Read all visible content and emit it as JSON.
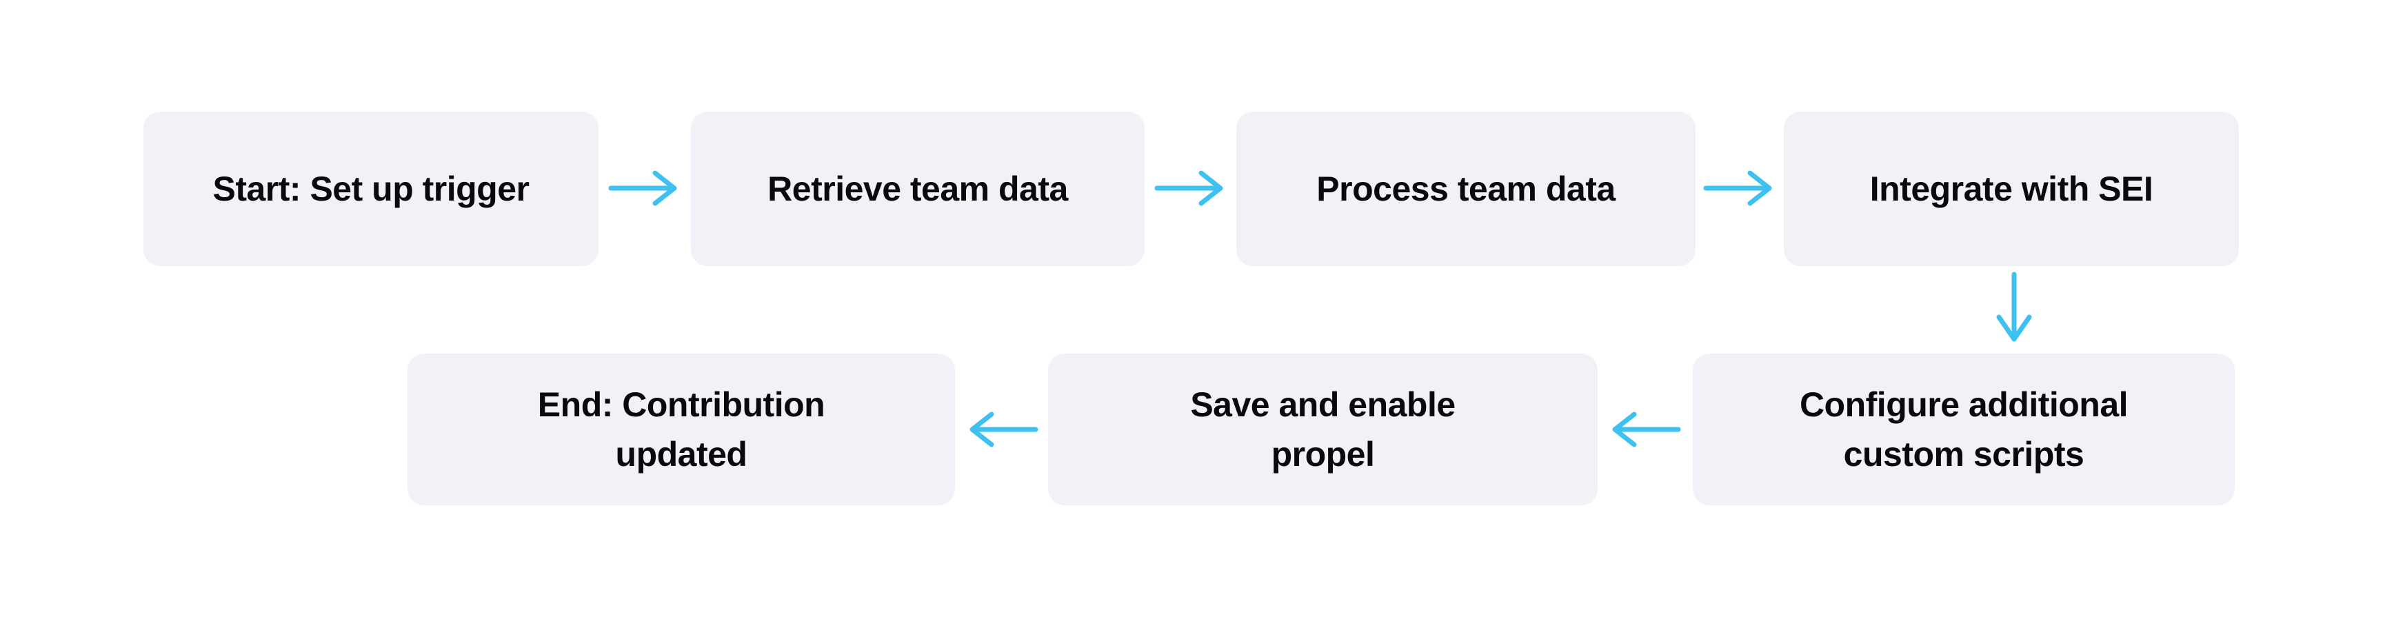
{
  "diagram": {
    "type": "flowchart",
    "direction": "row1 left-to-right, then down, row2 right-to-left",
    "nodes": [
      {
        "id": "start",
        "label": "Start: Set up trigger"
      },
      {
        "id": "retrieve",
        "label": "Retrieve team data"
      },
      {
        "id": "process",
        "label": "Process team data"
      },
      {
        "id": "integrate",
        "label": "Integrate with SEI"
      },
      {
        "id": "configure",
        "label": "Configure additional custom scripts"
      },
      {
        "id": "save",
        "label": "Save and enable propel"
      },
      {
        "id": "end",
        "label": "End: Contribution updated"
      }
    ],
    "edges": [
      {
        "from": "start",
        "to": "retrieve",
        "direction": "right"
      },
      {
        "from": "retrieve",
        "to": "process",
        "direction": "right"
      },
      {
        "from": "process",
        "to": "integrate",
        "direction": "right"
      },
      {
        "from": "integrate",
        "to": "configure",
        "direction": "down"
      },
      {
        "from": "configure",
        "to": "save",
        "direction": "left"
      },
      {
        "from": "save",
        "to": "end",
        "direction": "left"
      }
    ]
  },
  "colors": {
    "arrow": "#3ec1f1",
    "node-bg": "#f1f2f7",
    "node-text": "#0a0a0c",
    "canvas-bg": "#ffffff"
  }
}
